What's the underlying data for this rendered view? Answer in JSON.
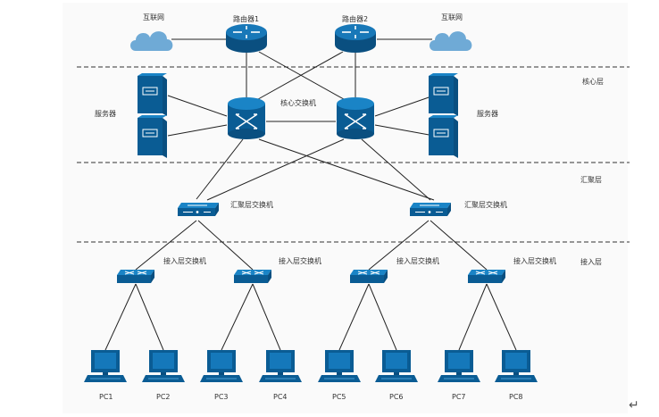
{
  "diagram": {
    "internet_left": "互联网",
    "internet_right": "互联网",
    "router1": "路由器1",
    "router2": "路由器2",
    "core_layer": "核心层",
    "servers_left": "服务器",
    "servers_right": "服务器",
    "core_switch": "核心交换机",
    "aggregation_layer": "汇聚层",
    "agg_switch_left": "汇聚层交换机",
    "agg_switch_right": "汇聚层交换机",
    "access_layer": "接入层",
    "access_switches": [
      "接入层交换机",
      "接入层交换机",
      "接入层交换机",
      "接入层交换机"
    ],
    "pcs": [
      "PC1",
      "PC2",
      "PC3",
      "PC4",
      "PC5",
      "PC6",
      "PC7",
      "PC8"
    ],
    "return_mark": "↵"
  },
  "colors": {
    "cloud": "#6faad6",
    "device": "#0e6aa8",
    "device_dark": "#0a4f80",
    "line": "#222222",
    "background": "#fafafa"
  }
}
